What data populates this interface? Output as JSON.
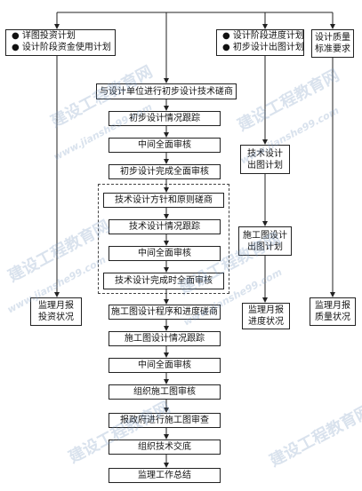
{
  "top_boxes": {
    "left_line1": "● 详图投资计划",
    "left_line2": "● 设计阶段资金使用计划",
    "mid_line1": "● 设计阶段进度计划",
    "mid_line2": "● 初步设计出图计划",
    "right_line1": "设计质量",
    "right_line2": "标准要求"
  },
  "main_flow": [
    "与设计单位进行初步设计技术磋商",
    "初步设计情况跟踪",
    "中间全面审核",
    "初步设计完成全面审核",
    "技术设计方针和原则磋商",
    "技术设计情况跟踪",
    "中间全面审核",
    "技术设计完成时全面审核",
    "施工图设计程序和进度磋商",
    "施工图设计情况跟踪",
    "中间全面审核",
    "组织施工图审核",
    "报政府进行施工图审查",
    "组织技术交底",
    "监理工作总结"
  ],
  "side_boxes": {
    "tech_plan_line1": "技术设计",
    "tech_plan_line2": "出图计划",
    "construct_plan_line1": "施工图设计",
    "construct_plan_line2": "出图计划",
    "invest_report_line1": "监理月报",
    "invest_report_line2": "投资状况",
    "progress_report_line1": "监理月报",
    "progress_report_line2": "进度状况",
    "quality_report_line1": "监理月报",
    "quality_report_line2": "质量状况"
  },
  "watermark": {
    "text_cn": "建设工程教育网",
    "text_url": "www.jianshe99.com"
  }
}
